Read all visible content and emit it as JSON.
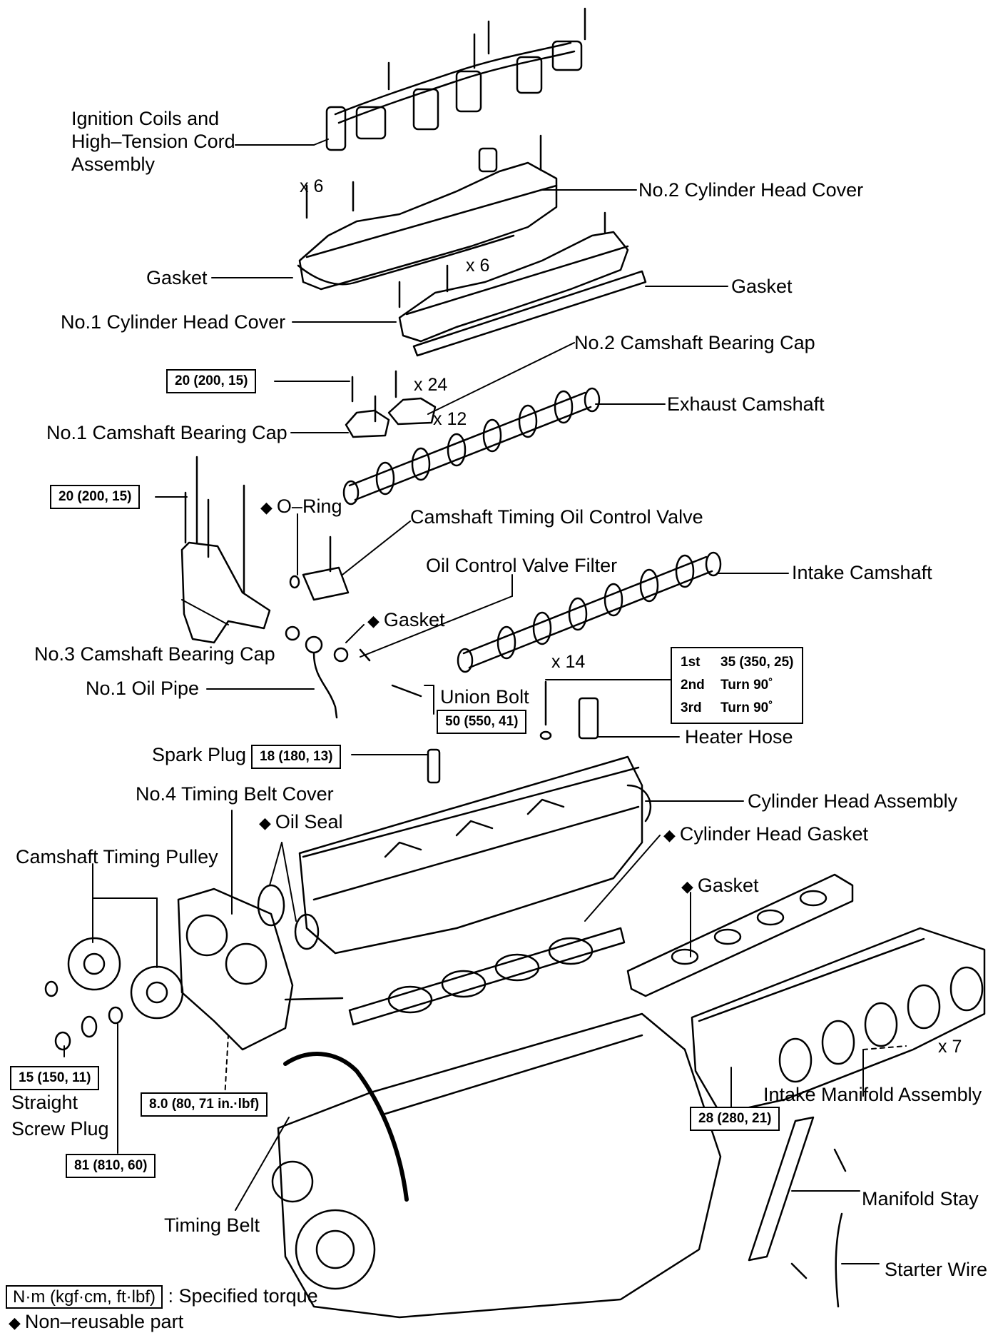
{
  "labels": {
    "ignition_coils_l1": "Ignition Coils and",
    "ignition_coils_l2": "High–Tension Cord",
    "ignition_coils_l3": "Assembly",
    "no2_head_cover": "No.2 Cylinder Head Cover",
    "gasket_left": "Gasket",
    "gasket_right": "Gasket",
    "no1_head_cover": "No.1 Cylinder Head Cover",
    "no2_bearing_cap": "No.2 Camshaft Bearing Cap",
    "exhaust_camshaft": "Exhaust Camshaft",
    "no1_bearing_cap": "No.1 Camshaft Bearing Cap",
    "o_ring": "O–Ring",
    "timing_oil_valve": "Camshaft Timing Oil Control Valve",
    "oil_valve_filter": "Oil Control Valve Filter",
    "intake_camshaft": "Intake Camshaft",
    "gasket_mid": "Gasket",
    "no3_bearing_cap": "No.3 Camshaft Bearing Cap",
    "no1_oil_pipe": "No.1 Oil Pipe",
    "union_bolt": "Union Bolt",
    "heater_hose": "Heater Hose",
    "spark_plug": "Spark Plug",
    "no4_timing_cover": "No.4 Timing Belt Cover",
    "cylinder_head_assembly": "Cylinder Head Assembly",
    "oil_seal": "Oil Seal",
    "cylinder_head_gasket": "Cylinder Head Gasket",
    "camshaft_timing_pulley": "Camshaft Timing Pulley",
    "gasket_manifold": "Gasket",
    "straight_screw_plug_l1": "Straight",
    "straight_screw_plug_l2": "Screw Plug",
    "intake_manifold": "Intake Manifold Assembly",
    "manifold_stay": "Manifold Stay",
    "timing_belt": "Timing Belt",
    "starter_wire": "Starter Wire"
  },
  "counts": {
    "x6_top": "x 6",
    "x6_mid": "x 6",
    "x24": "x 24",
    "x12": "x 12",
    "x14": "x 14",
    "x7": "x 7"
  },
  "torque": {
    "bearing_cap": "20 (200, 15)",
    "no3_cap": "20 (200, 15)",
    "union_bolt": "50 (550, 41)",
    "spark_plug": "18 (180, 13)",
    "screw_plug": "15 (150, 11)",
    "cover_bolt": "8.0 (80, 71 in.·lbf)",
    "manifold": "28 (280, 21)",
    "pulley": "81 (810, 60)",
    "head_bolt": [
      {
        "step": "1st",
        "value": "35 (350, 25)"
      },
      {
        "step": "2nd",
        "value": "Turn 90˚"
      },
      {
        "step": "3rd",
        "value": "Turn 90˚"
      }
    ]
  },
  "legend": {
    "unit_box": "N·m (kgf·cm, ft·lbf)",
    "unit_text": ": Specified torque",
    "non_reusable": "Non–reusable part"
  },
  "symbols": {
    "non_reusable": "◆"
  }
}
